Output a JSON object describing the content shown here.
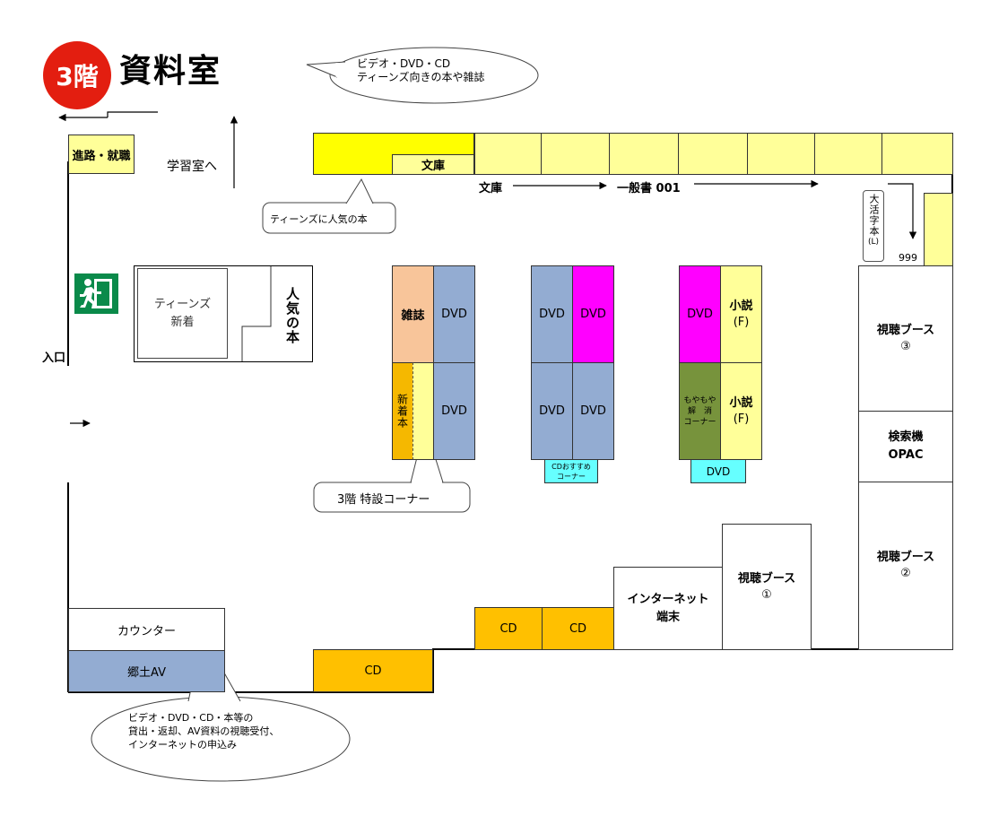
{
  "header": {
    "floor_badge": "3階",
    "room_title": "資料室"
  },
  "colors": {
    "floor_badge_red": "#e31e10",
    "shelf_pale_yellow": "#ffff99",
    "teens_yellow": "#ffff00",
    "magazine_orange": "#f8c59a",
    "dvd_blue": "#93acd2",
    "dvd_magenta": "#ff00ff",
    "cd_gold": "#ffc000",
    "new_books_gold": "#f5b800",
    "moyamoya_green": "#77933c",
    "cd_label_cyan": "#66ffff",
    "counter_av_blue": "#93acd2"
  },
  "callouts": {
    "top": {
      "line1": "ビデオ・DVD・CD",
      "line2": "ティーンズ向きの本や雑誌"
    },
    "teens_popular": "ティーンズに人気の本",
    "special_corner": "3階 特設コーナー",
    "counter": {
      "line1": "ビデオ・DVD・CD・本等の",
      "line2": "貸出・返却、AV資料の視聴受付、",
      "line3": "インターネットの申込み"
    }
  },
  "labels": {
    "career": "進路・就職",
    "study_room": "学習室へ",
    "bunko_box": "文庫",
    "bunko_flow": "文庫",
    "general_books": "一般書 001",
    "large_print": "大活字本",
    "large_print_l": "(L)",
    "shelf_999": "999",
    "teens_new": {
      "line1": "ティーンズ",
      "line2": "新着"
    },
    "popular_books": "人気の本",
    "entrance": "入口",
    "magazines": "雑誌",
    "dvd": "DVD",
    "new_books": "新着本",
    "cd_recommend": {
      "line1": "CDおすすめ",
      "line2": "コーナー"
    },
    "moyamoya": {
      "line1": "もやもや",
      "line2": "解　消",
      "line3": "コーナー"
    },
    "novel": {
      "line1": "小説",
      "line2": "(F)"
    },
    "booth_3": {
      "line1": "視聴ブース",
      "line2": "③"
    },
    "booth_2": {
      "line1": "視聴ブース",
      "line2": "②"
    },
    "booth_1": {
      "line1": "視聴ブース",
      "line2": "①"
    },
    "opac": {
      "line1": "検索機",
      "line2": "OPAC"
    },
    "internet": {
      "line1": "インターネット",
      "line2": "端末"
    },
    "cd": "CD",
    "counter": "カウンター",
    "local_av": "郷土AV"
  }
}
